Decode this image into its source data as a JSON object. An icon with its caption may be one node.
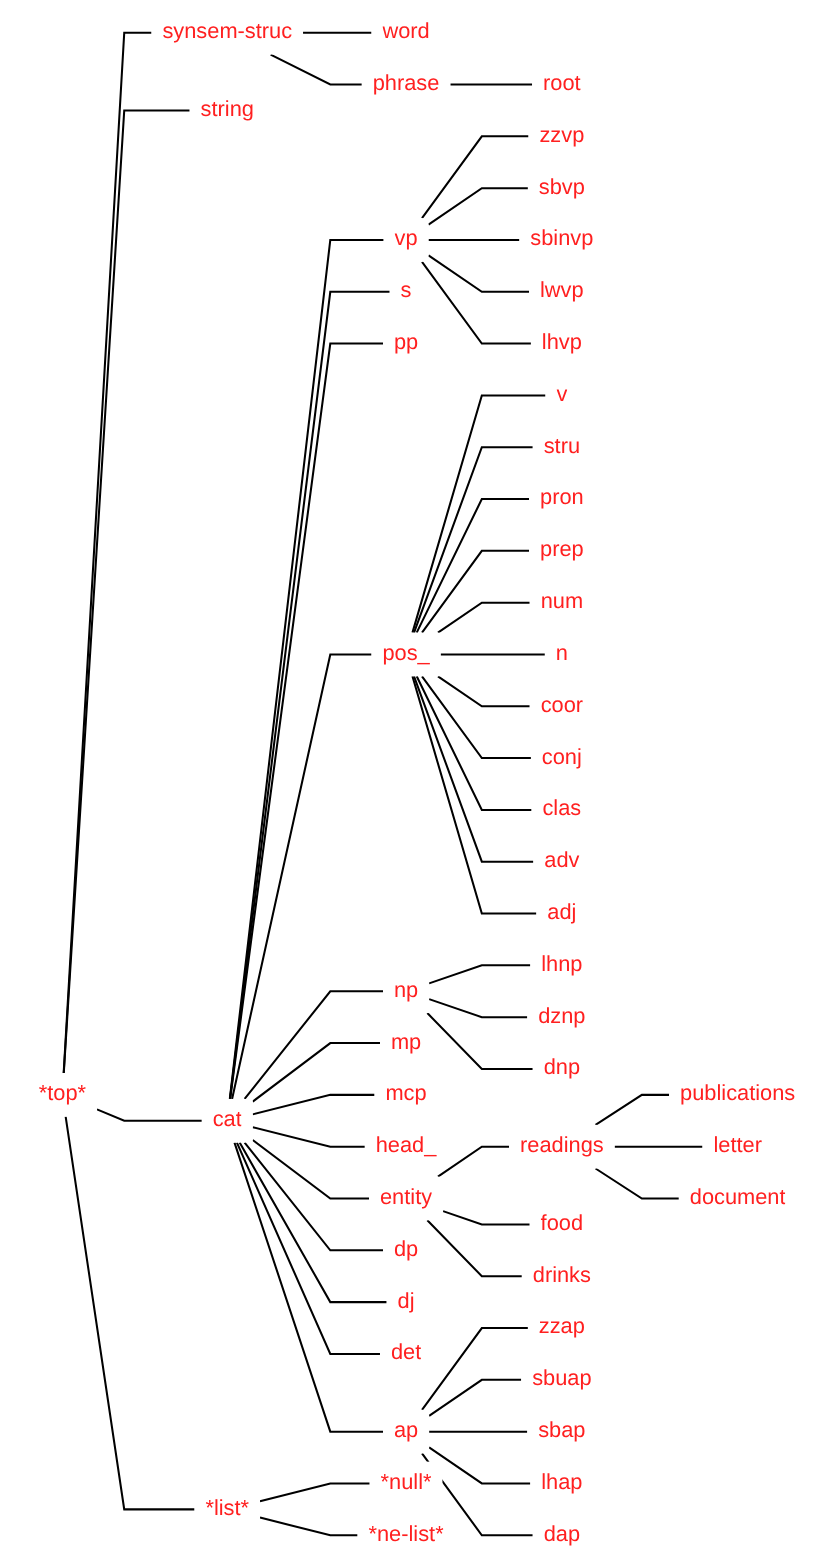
{
  "diagram": {
    "nodes": [
      {
        "text": [
          "*top*"
        ]
      },
      {
        "text": [
          "synsem-struc"
        ]
      },
      {
        "text": [
          "string"
        ]
      },
      {
        "text": [
          "cat"
        ]
      },
      {
        "text": [
          "*list*"
        ]
      },
      {
        "text": [
          "word"
        ]
      },
      {
        "text": [
          "phrase"
        ]
      },
      {
        "text": [
          "vp"
        ]
      },
      {
        "text": [
          "s"
        ]
      },
      {
        "text": [
          "pp"
        ]
      },
      {
        "text": [
          "pos_"
        ]
      },
      {
        "text": [
          "np"
        ]
      },
      {
        "text": [
          "mp"
        ]
      },
      {
        "text": [
          "mcp"
        ]
      },
      {
        "text": [
          "head_"
        ]
      },
      {
        "text": [
          "entity"
        ]
      },
      {
        "text": [
          "dp"
        ]
      },
      {
        "text": [
          "dj"
        ]
      },
      {
        "text": [
          "det"
        ]
      },
      {
        "text": [
          "ap"
        ]
      },
      {
        "text": [
          "*null*"
        ]
      },
      {
        "text": [
          "*ne-list*"
        ]
      },
      {
        "text": [
          "root"
        ]
      },
      {
        "text": [
          "zzvp"
        ]
      },
      {
        "text": [
          "sbvp"
        ]
      },
      {
        "text": [
          "sbinvp"
        ]
      },
      {
        "text": [
          "lwvp"
        ]
      },
      {
        "text": [
          "lhvp"
        ]
      },
      {
        "text": [
          "v"
        ]
      },
      {
        "text": [
          "stru"
        ]
      },
      {
        "text": [
          "pron"
        ]
      },
      {
        "text": [
          "prep"
        ]
      },
      {
        "text": [
          "num"
        ]
      },
      {
        "text": [
          "n"
        ]
      },
      {
        "text": [
          "coor"
        ]
      },
      {
        "text": [
          "conj"
        ]
      },
      {
        "text": [
          "clas"
        ]
      },
      {
        "text": [
          "adv"
        ]
      },
      {
        "text": [
          "adj"
        ]
      },
      {
        "text": [
          "lhnp"
        ]
      },
      {
        "text": [
          "dznp"
        ]
      },
      {
        "text": [
          "dnp"
        ]
      },
      {
        "text": [
          "readings"
        ]
      },
      {
        "text": [
          "food"
        ]
      },
      {
        "text": [
          "drinks"
        ]
      },
      {
        "text": [
          "zzap"
        ]
      },
      {
        "text": [
          "sbuap"
        ]
      },
      {
        "text": [
          "sbap"
        ]
      },
      {
        "text": [
          "lhap"
        ]
      },
      {
        "text": [
          "dap"
        ]
      },
      {
        "text": [
          "publications"
        ]
      },
      {
        "text": [
          "letter"
        ]
      },
      {
        "text": [
          "document"
        ]
      }
    ],
    "edges": [
      {
        "from": 0,
        "to": 1,
        "arrow": "none"
      },
      {
        "from": 0,
        "to": 2,
        "arrow": "none"
      },
      {
        "from": 0,
        "to": 3,
        "arrow": "none"
      },
      {
        "from": 0,
        "to": 4,
        "arrow": "none"
      },
      {
        "from": 1,
        "to": 5,
        "arrow": "none"
      },
      {
        "from": 1,
        "to": 6,
        "arrow": "none"
      },
      {
        "from": 3,
        "to": 7,
        "arrow": "none"
      },
      {
        "from": 3,
        "to": 8,
        "arrow": "none"
      },
      {
        "from": 3,
        "to": 9,
        "arrow": "none"
      },
      {
        "from": 3,
        "to": 10,
        "arrow": "none"
      },
      {
        "from": 3,
        "to": 11,
        "arrow": "none"
      },
      {
        "from": 3,
        "to": 12,
        "arrow": "none"
      },
      {
        "from": 3,
        "to": 13,
        "arrow": "none"
      },
      {
        "from": 3,
        "to": 14,
        "arrow": "none"
      },
      {
        "from": 3,
        "to": 15,
        "arrow": "none"
      },
      {
        "from": 3,
        "to": 16,
        "arrow": "none"
      },
      {
        "from": 3,
        "to": 17,
        "arrow": "none"
      },
      {
        "from": 3,
        "to": 18,
        "arrow": "none"
      },
      {
        "from": 3,
        "to": 19,
        "arrow": "none"
      },
      {
        "from": 4,
        "to": 20,
        "arrow": "none"
      },
      {
        "from": 4,
        "to": 21,
        "arrow": "none"
      },
      {
        "from": 6,
        "to": 22,
        "arrow": "none"
      },
      {
        "from": 7,
        "to": 23,
        "arrow": "none"
      },
      {
        "from": 7,
        "to": 24,
        "arrow": "none"
      },
      {
        "from": 7,
        "to": 25,
        "arrow": "none"
      },
      {
        "from": 7,
        "to": 26,
        "arrow": "none"
      },
      {
        "from": 7,
        "to": 27,
        "arrow": "none"
      },
      {
        "from": 10,
        "to": 28,
        "arrow": "none"
      },
      {
        "from": 10,
        "to": 29,
        "arrow": "none"
      },
      {
        "from": 10,
        "to": 30,
        "arrow": "none"
      },
      {
        "from": 10,
        "to": 31,
        "arrow": "none"
      },
      {
        "from": 10,
        "to": 32,
        "arrow": "none"
      },
      {
        "from": 10,
        "to": 33,
        "arrow": "none"
      },
      {
        "from": 10,
        "to": 34,
        "arrow": "none"
      },
      {
        "from": 10,
        "to": 35,
        "arrow": "none"
      },
      {
        "from": 10,
        "to": 36,
        "arrow": "none"
      },
      {
        "from": 10,
        "to": 37,
        "arrow": "none"
      },
      {
        "from": 10,
        "to": 38,
        "arrow": "none"
      },
      {
        "from": 11,
        "to": 39,
        "arrow": "none"
      },
      {
        "from": 11,
        "to": 40,
        "arrow": "none"
      },
      {
        "from": 11,
        "to": 41,
        "arrow": "none"
      },
      {
        "from": 15,
        "to": 42,
        "arrow": "none"
      },
      {
        "from": 15,
        "to": 43,
        "arrow": "none"
      },
      {
        "from": 15,
        "to": 44,
        "arrow": "none"
      },
      {
        "from": 19,
        "to": 45,
        "arrow": "none"
      },
      {
        "from": 19,
        "to": 46,
        "arrow": "none"
      },
      {
        "from": 19,
        "to": 47,
        "arrow": "none"
      },
      {
        "from": 19,
        "to": 48,
        "arrow": "none"
      },
      {
        "from": 19,
        "to": 49,
        "arrow": "none"
      },
      {
        "from": 42,
        "to": 50,
        "arrow": "none"
      },
      {
        "from": 42,
        "to": 51,
        "arrow": "none"
      },
      {
        "from": 42,
        "to": 52,
        "arrow": "none"
      }
    ]
  }
}
